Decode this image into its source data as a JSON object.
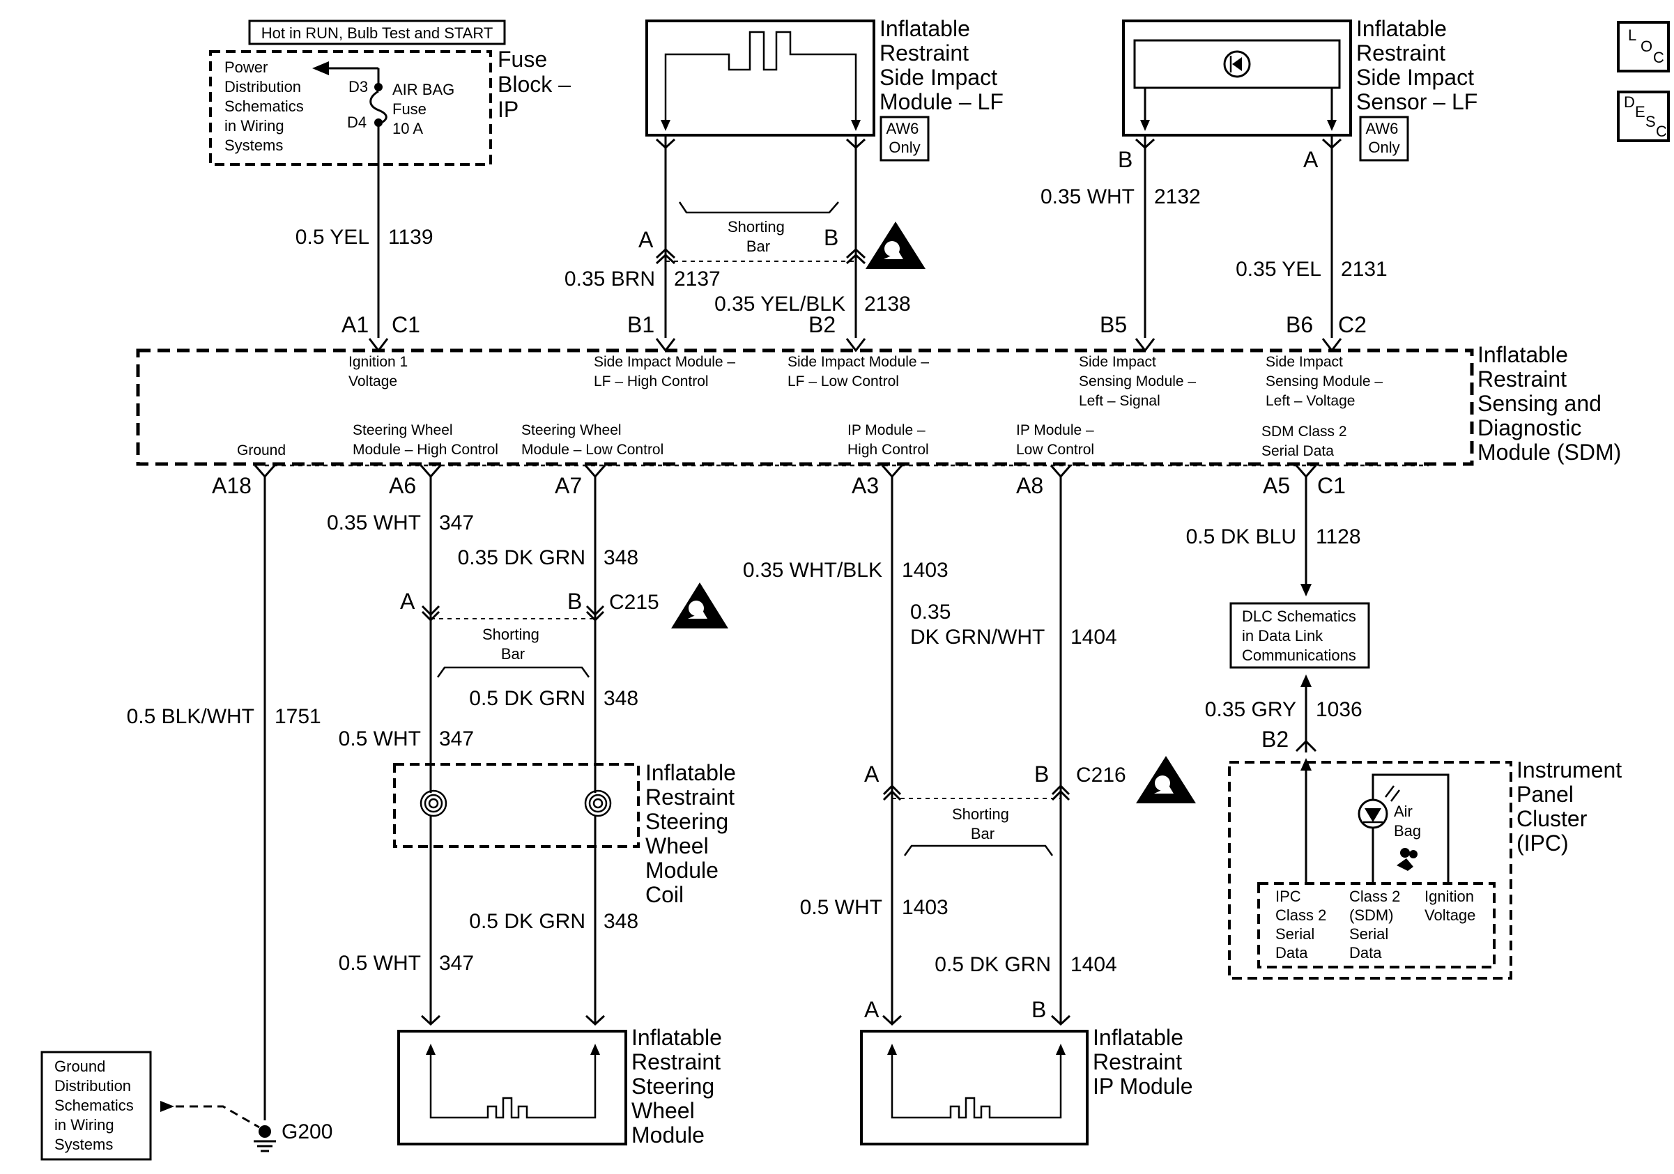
{
  "power": {
    "hot_label": "Hot in RUN, Bulb Test and START",
    "pds_lines": [
      "Power",
      "Distribution",
      "Schematics",
      "in Wiring",
      "Systems"
    ],
    "fuse_top_pin": "D3",
    "fuse_bottom_pin": "D4",
    "fuse_name_lines": [
      "AIR BAG",
      "Fuse",
      "10 A"
    ],
    "fuse_block_lines": [
      "Fuse",
      "Block –",
      "IP"
    ],
    "wire_color": "0.5 YEL",
    "wire_circuit": "1139"
  },
  "side_impact_module": {
    "name_lines": [
      "Inflatable",
      "Restraint",
      "Side Impact",
      "Module – LF"
    ],
    "option_lines": [
      "AW6",
      "Only"
    ],
    "pin_a": "A",
    "pin_b": "B",
    "shorting_bar_lines": [
      "Shorting",
      "Bar"
    ],
    "wire_a_color": "0.35 BRN",
    "wire_a_circuit": "2137",
    "wire_b_color": "0.35 YEL/BLK",
    "wire_b_circuit": "2138"
  },
  "side_impact_sensor": {
    "name_lines": [
      "Inflatable",
      "Restraint",
      "Side Impact",
      "Sensor – LF"
    ],
    "option_lines": [
      "AW6",
      "Only"
    ],
    "pin_b": "B",
    "pin_a": "A",
    "wire_b_color": "0.35 WHT",
    "wire_b_circuit": "2132",
    "wire_a_color": "0.35 YEL",
    "wire_a_circuit": "2131"
  },
  "corner_icons": {
    "loc_letters": [
      "L",
      "O",
      "C"
    ],
    "desc_letters": [
      "D",
      "E",
      "S",
      "C"
    ]
  },
  "sdm": {
    "name_lines": [
      "Inflatable",
      "Restraint",
      "Sensing and",
      "Diagnostic",
      "Module (SDM)"
    ],
    "top_pins": [
      "A1",
      "C1",
      "B1",
      "B2",
      "B5",
      "B6",
      "C2"
    ],
    "bottom_pins": [
      "A18",
      "A6",
      "A7",
      "A3",
      "A8",
      "A5",
      "C1"
    ],
    "fn_ign": [
      "Ignition 1",
      "Voltage"
    ],
    "fn_sim_high": [
      "Side Impact Module –",
      "LF – High Control"
    ],
    "fn_sim_low": [
      "Side Impact Module –",
      "LF – Low Control"
    ],
    "fn_sis_signal": [
      "Side Impact",
      "Sensing Module –",
      "Left – Signal"
    ],
    "fn_sis_voltage": [
      "Side Impact",
      "Sensing Module –",
      "Left – Voltage"
    ],
    "fn_ground": "Ground",
    "fn_sw_high": [
      "Steering Wheel",
      "Module – High Control"
    ],
    "fn_sw_low": [
      "Steering Wheel",
      "Module – Low Control"
    ],
    "fn_ip_high": [
      "IP Module –",
      "High Control"
    ],
    "fn_ip_low": [
      "IP Module –",
      "Low Control"
    ],
    "fn_class2": [
      "SDM Class 2",
      "Serial Data"
    ]
  },
  "ground": {
    "wire_color": "0.5 BLK/WHT",
    "wire_circuit": "1751",
    "point": "G200",
    "gds_lines": [
      "Ground",
      "Distribution",
      "Schematics",
      "in Wiring",
      "Systems"
    ]
  },
  "steering": {
    "w1_color": "0.35 WHT",
    "w1_circuit": "347",
    "w2_color": "0.35 DK GRN",
    "w2_circuit": "348",
    "pin_a": "A",
    "pin_b": "B",
    "connector": "C215",
    "shorting_bar_lines": [
      "Shorting",
      "Bar"
    ],
    "w3_color": "0.5 DK GRN",
    "w3_circuit": "348",
    "w4_color": "0.5 WHT",
    "w4_circuit": "347",
    "coil_lines": [
      "Inflatable",
      "Restraint",
      "Steering",
      "Wheel",
      "Module",
      "Coil"
    ],
    "w5_color": "0.5 DK GRN",
    "w5_circuit": "348",
    "w6_color": "0.5 WHT",
    "w6_circuit": "347",
    "module_lines": [
      "Inflatable",
      "Restraint",
      "Steering",
      "Wheel",
      "Module"
    ]
  },
  "ip_module": {
    "w1_color": "0.35 WHT/BLK",
    "w1_circuit": "1403",
    "w2_color_lines": [
      "0.35",
      "DK GRN/WHT"
    ],
    "w2_circuit": "1404",
    "pin_a": "A",
    "pin_b": "B",
    "connector": "C216",
    "shorting_bar_lines": [
      "Shorting",
      "Bar"
    ],
    "w3_color": "0.5 WHT",
    "w3_circuit": "1403",
    "w4_color": "0.5 DK GRN",
    "w4_circuit": "1404",
    "module_pin_a": "A",
    "module_pin_b": "B",
    "module_lines": [
      "Inflatable",
      "Restraint",
      "IP Module"
    ]
  },
  "data_link": {
    "wire_color": "0.5 DK BLU",
    "wire_circuit": "1128",
    "dlc_lines": [
      "DLC Schematics",
      "in Data Link",
      "Communications"
    ],
    "wire2_color": "0.35 GRY",
    "wire2_circuit": "1036",
    "ipc_pin": "B2"
  },
  "ipc": {
    "name_lines": [
      "Instrument",
      "Panel",
      "Cluster",
      "(IPC)"
    ],
    "lamp_lines": [
      "Air",
      "Bag"
    ],
    "fn_ipc": [
      "IPC",
      "Class 2",
      "Serial",
      "Data"
    ],
    "fn_sdm": [
      "Class 2",
      "(SDM)",
      "Serial",
      "Data"
    ],
    "fn_ign": [
      "Ignition",
      "Voltage"
    ]
  }
}
